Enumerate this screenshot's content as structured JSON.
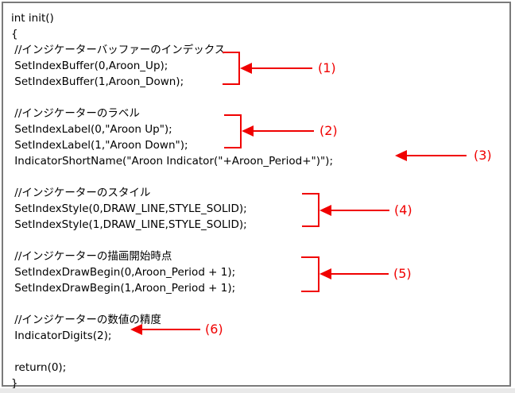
{
  "frame": {
    "border_color": "#7a7a7a",
    "background": "#ffffff"
  },
  "code": {
    "language": "MQL4",
    "text_color": "#000000",
    "lines": [
      "int init()",
      "{",
      " //インジケーターバッファーのインデックス",
      " SetIndexBuffer(0,Aroon_Up);",
      " SetIndexBuffer(1,Aroon_Down);",
      "",
      " //インジケーターのラベル",
      " SetIndexLabel(0,\"Aroon Up\");",
      " SetIndexLabel(1,\"Aroon Down\");",
      " IndicatorShortName(\"Aroon Indicator(\"+Aroon_Period+\")\");",
      "",
      " //インジケーターのスタイル",
      " SetIndexStyle(0,DRAW_LINE,STYLE_SOLID);",
      " SetIndexStyle(1,DRAW_LINE,STYLE_SOLID);",
      "",
      " //インジケーターの描画開始時点",
      " SetIndexDrawBegin(0,Aroon_Period + 1);",
      " SetIndexDrawBegin(1,Aroon_Period + 1);",
      "",
      " //インジケーターの数値の精度",
      " IndicatorDigits(2);",
      "",
      " return(0);",
      "}"
    ]
  },
  "annotations": {
    "color": "#f00000",
    "items": [
      {
        "label": "(1)"
      },
      {
        "label": "(2)"
      },
      {
        "label": "(3)"
      },
      {
        "label": "(4)"
      },
      {
        "label": "(5)"
      },
      {
        "label": "(6)"
      }
    ]
  }
}
